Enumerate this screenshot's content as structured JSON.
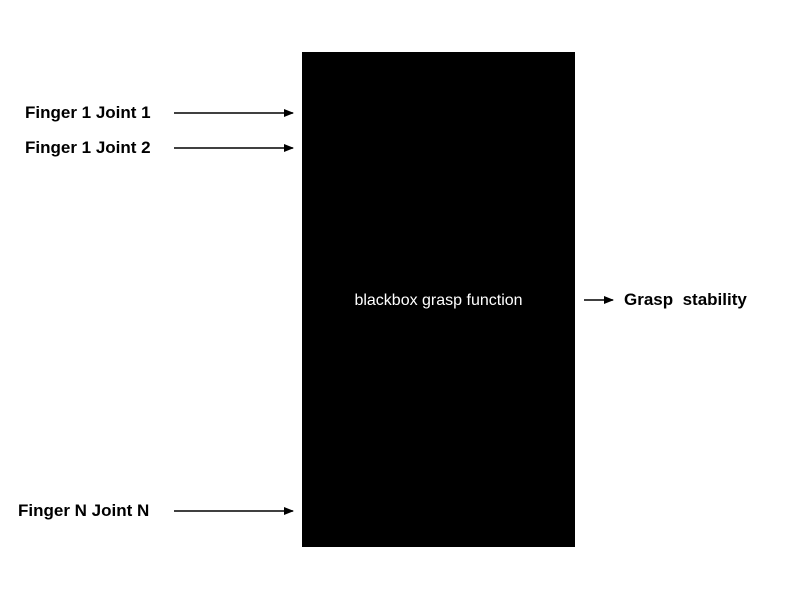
{
  "inputs": [
    {
      "label": "Finger 1 Joint 1"
    },
    {
      "label": "Finger 1 Joint 2"
    },
    {
      "label": "Finger N Joint N"
    }
  ],
  "function_box": {
    "label": "blackbox grasp function",
    "color": "#000000"
  },
  "output": {
    "label": "Grasp  stability"
  }
}
